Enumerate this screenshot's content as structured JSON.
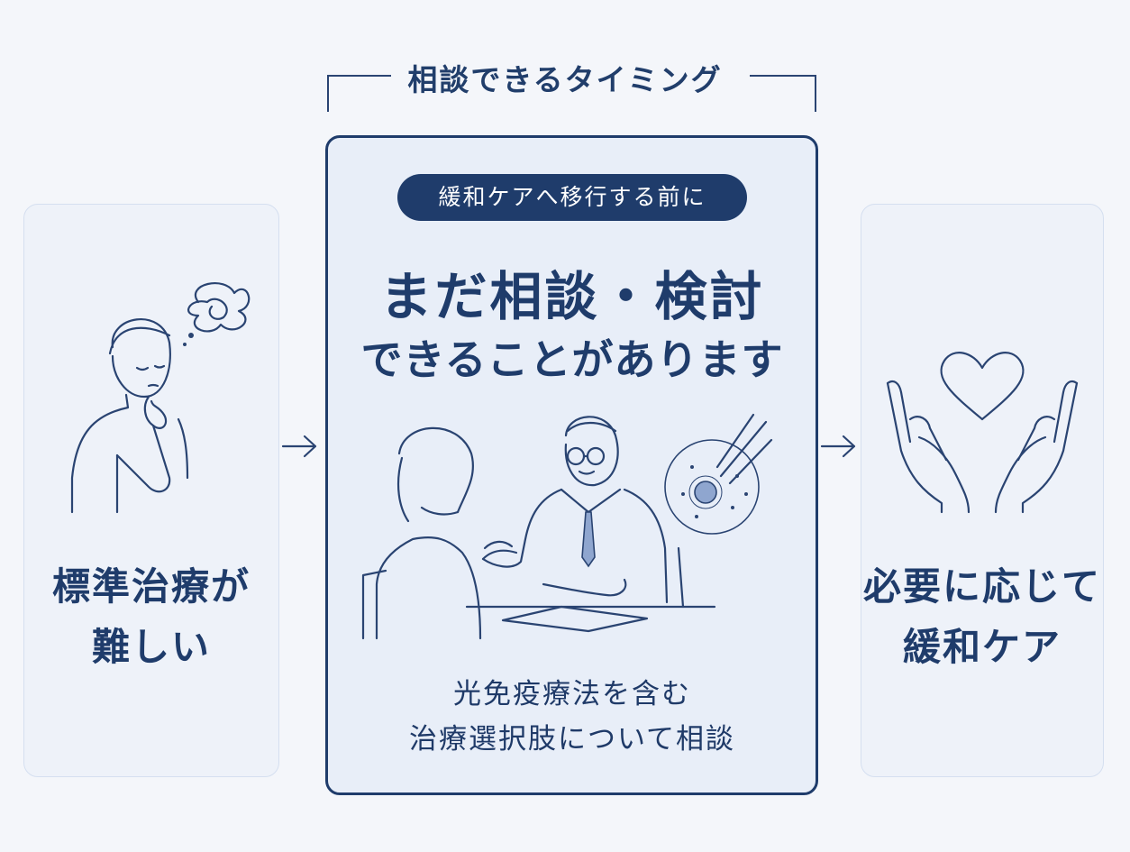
{
  "header": {
    "bracket_label": "相談できるタイミング"
  },
  "left_card": {
    "line1": "標準治療が",
    "line2": "難しい"
  },
  "center_card": {
    "pill_label": "緩和ケアへ移行する前に",
    "headline_line1": "まだ相談・検討",
    "headline_line2": "できることがあります",
    "sub_line1": "光免疫療法を含む",
    "sub_line2": "治療選択肢について相談"
  },
  "right_card": {
    "line1": "必要に応じて",
    "line2": "緩和ケア"
  },
  "icons": [
    "worried-person-icon",
    "doctor-consultation-icon",
    "cell-laser-icon",
    "hands-heart-icon",
    "arrow-right-icon"
  ],
  "colors": {
    "navy": "#1f3c6b",
    "card_bg": "#eef2f9",
    "page_bg": "#f4f6fa",
    "accent_light": "#8fa6cf"
  }
}
